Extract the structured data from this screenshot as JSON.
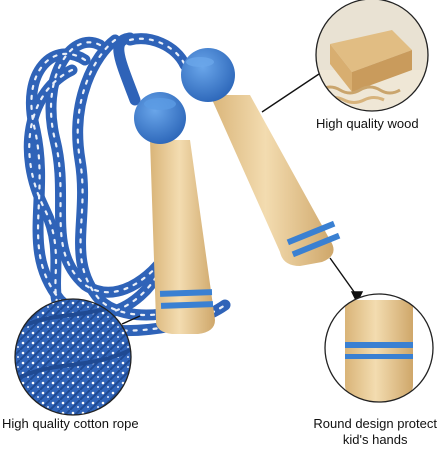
{
  "captions": {
    "wood": "High quality wood",
    "rope": "High quality cotton rope",
    "round_line1": "Round design protect",
    "round_line2": "kid's hands"
  },
  "colors": {
    "rope_blue": "#2f63b8",
    "handle_blue": "#3a80d2",
    "wood": "#e7c896",
    "background": "#ffffff"
  }
}
